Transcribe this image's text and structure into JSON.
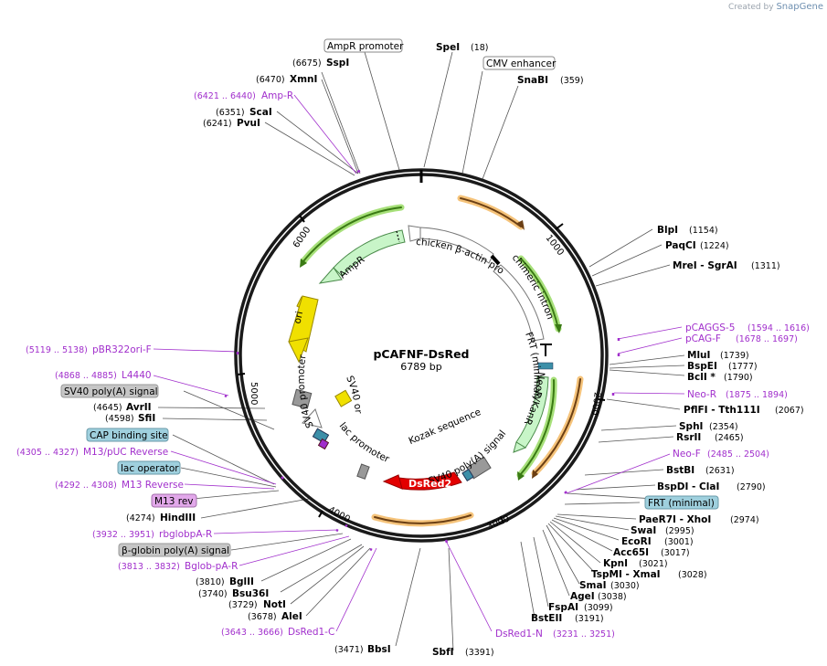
{
  "branding": {
    "created_by": "Created by",
    "app": "SnapGene"
  },
  "plasmid": {
    "name": "pCAFNF-DsRed",
    "length": "6789 bp",
    "total_bp": 6789
  },
  "ticks": [
    "1000",
    "2000",
    "3000",
    "4000",
    "5000",
    "6000"
  ],
  "colors": {
    "backbone": "#000000",
    "primer": "#a12fcc",
    "orf_outline": "#e8a23a",
    "orf_fill": "#6b3f14",
    "ampr": "#c8f5c8",
    "dsred": "#e30000",
    "leader": "#555555"
  },
  "enzymes": [
    {
      "name": "SpeI",
      "pos": "(18)",
      "bp": 18
    },
    {
      "name": "SnaBI",
      "pos": "(359)",
      "bp": 359
    },
    {
      "name": "BlpI",
      "pos": "(1154)",
      "bp": 1154
    },
    {
      "name": "PaqCI",
      "pos": "(1224)",
      "bp": 1224
    },
    {
      "name": "MreI - SgrAI",
      "pos": "(1311)",
      "bp": 1311
    },
    {
      "name": "MluI",
      "pos": "(1739)",
      "bp": 1739
    },
    {
      "name": "BspEI",
      "pos": "(1777)",
      "bp": 1777
    },
    {
      "name": "BclI *",
      "pos": "(1790)",
      "bp": 1790
    },
    {
      "name": "PflFI - Tth111I",
      "pos": "(2067)",
      "bp": 2067
    },
    {
      "name": "SphI",
      "pos": "(2354)",
      "bp": 2354
    },
    {
      "name": "RsrII",
      "pos": "(2465)",
      "bp": 2465
    },
    {
      "name": "BstBI",
      "pos": "(2631)",
      "bp": 2631
    },
    {
      "name": "BspDI - ClaI",
      "pos": "(2790)",
      "bp": 2790
    },
    {
      "name": "PaeR7I - XhoI",
      "pos": "(2974)",
      "bp": 2974
    },
    {
      "name": "SwaI",
      "pos": "(2995)",
      "bp": 2995
    },
    {
      "name": "EcoRI",
      "pos": "(3001)",
      "bp": 3001
    },
    {
      "name": "Acc65I",
      "pos": "(3017)",
      "bp": 3017
    },
    {
      "name": "KpnI",
      "pos": "(3021)",
      "bp": 3021
    },
    {
      "name": "TspMI - XmaI",
      "pos": "(3028)",
      "bp": 3028
    },
    {
      "name": "SmaI",
      "pos": "(3030)",
      "bp": 3030
    },
    {
      "name": "AgeI",
      "pos": "(3038)",
      "bp": 3038
    },
    {
      "name": "FspAI",
      "pos": "(3099)",
      "bp": 3099
    },
    {
      "name": "BstEII",
      "pos": "(3191)",
      "bp": 3191
    },
    {
      "name": "SbfI",
      "pos": "(3391)",
      "bp": 3391
    },
    {
      "name": "BbsI",
      "pos": "(3471)",
      "bp": 3471
    },
    {
      "name": "AleI",
      "pos": "(3678)",
      "bp": 3678
    },
    {
      "name": "NotI",
      "pos": "(3729)",
      "bp": 3729
    },
    {
      "name": "Bsu36I",
      "pos": "(3740)",
      "bp": 3740
    },
    {
      "name": "BglII",
      "pos": "(3810)",
      "bp": 3810
    },
    {
      "name": "HindIII",
      "pos": "(4274)",
      "bp": 4274
    },
    {
      "name": "SfiI",
      "pos": "(4598)",
      "bp": 4598
    },
    {
      "name": "AvrII",
      "pos": "(4645)",
      "bp": 4645
    },
    {
      "name": "PvuI",
      "pos": "(6241)",
      "bp": 6241
    },
    {
      "name": "ScaI",
      "pos": "(6351)",
      "bp": 6351
    },
    {
      "name": "XmnI",
      "pos": "(6470)",
      "bp": 6470
    },
    {
      "name": "SspI",
      "pos": "(6675)",
      "bp": 6675
    }
  ],
  "primers": [
    {
      "name": "pCAGGS-5",
      "pos": "(1594 .. 1616)",
      "bp": 1605
    },
    {
      "name": "pCAG-F",
      "pos": "(1678 .. 1697)",
      "bp": 1688
    },
    {
      "name": "Neo-R",
      "pos": "(1875 .. 1894)",
      "bp": 1885
    },
    {
      "name": "Neo-F",
      "pos": "(2485 .. 2504)",
      "bp": 2495
    },
    {
      "name": "DsRed1-N",
      "pos": "(3231 .. 3251)",
      "bp": 3241
    },
    {
      "name": "DsRed1-C",
      "pos": "(3643 .. 3666)",
      "bp": 3655
    },
    {
      "name": "Bglob-pA-R",
      "pos": "(3813 .. 3832)",
      "bp": 3822
    },
    {
      "name": "rbglobpA-R",
      "pos": "(3932 .. 3951)",
      "bp": 3941
    },
    {
      "name": "M13 Reverse",
      "pos": "(4292 .. 4308)",
      "bp": 4300
    },
    {
      "name": "M13/pUC Reverse",
      "pos": "(4305 .. 4327)",
      "bp": 4316
    },
    {
      "name": "L4440",
      "pos": "(4868 .. 4885)",
      "bp": 4876
    },
    {
      "name": "pBR322ori-F",
      "pos": "(5119 .. 5138)",
      "bp": 5128
    },
    {
      "name": "Amp-R",
      "pos": "(6421 .. 6440)",
      "bp": 6430
    }
  ],
  "boxed_features": [
    {
      "name": "AmpR promoter",
      "bg": "#ffffff"
    },
    {
      "name": "CMV enhancer",
      "bg": "#ffffff"
    },
    {
      "name": "FRT (minimal)",
      "bg": "#9fd0de"
    },
    {
      "name": "SV40 poly(A) signal",
      "bg": "#c6c6c6"
    },
    {
      "name": "CAP binding site",
      "bg": "#9fd0de"
    },
    {
      "name": "lac operator",
      "bg": "#9fd0de"
    },
    {
      "name": "M13 rev",
      "bg": "#e2a8ea"
    },
    {
      "name": "β-globin poly(A) signal",
      "bg": "#c6c6c6"
    }
  ],
  "features": [
    {
      "name": "chicken β-actin promoter"
    },
    {
      "name": "chimeric intron"
    },
    {
      "name": "FRT (minimal)"
    },
    {
      "name": "NeoR/KanR"
    },
    {
      "name": "SV40 poly(A) signal"
    },
    {
      "name": "DsRed2"
    },
    {
      "name": "Kozak sequence"
    },
    {
      "name": "lac promoter"
    },
    {
      "name": "SV40 promoter"
    },
    {
      "name": "SV40 ori"
    },
    {
      "name": "ori"
    },
    {
      "name": "AmpR"
    }
  ]
}
